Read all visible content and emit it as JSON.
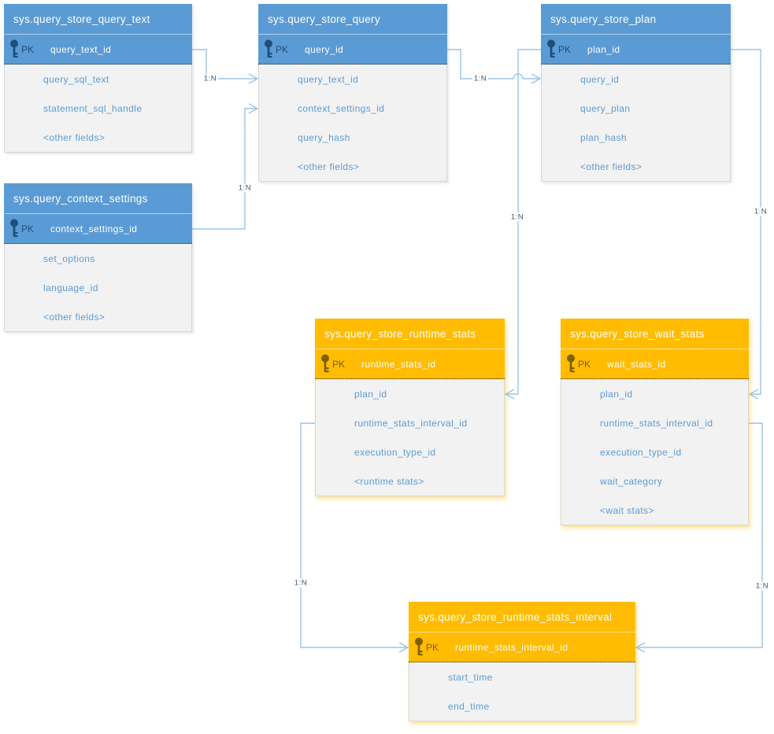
{
  "colors": {
    "blue_header": "#5B9BD5",
    "orange_header": "#FFBC00",
    "body_background": "#F2F2F2",
    "field_text": "#5B9BD5",
    "connector_line": "#9DC3E6",
    "pk_icon_blue": "#1F4E79",
    "pk_icon_orange": "#7F6000",
    "cardinality_text": "#44546A"
  },
  "entities": [
    {
      "title": "sys.query_store_query_text",
      "theme": "blue",
      "pk_label": "PK",
      "pk_field": "query_text_id",
      "fields": [
        "query_sql_text",
        "statement_sql_handle",
        "<other fields>"
      ]
    },
    {
      "title": "sys.query_store_query",
      "theme": "blue",
      "pk_label": "PK",
      "pk_field": "query_id",
      "fields": [
        "query_text_id",
        "context_settings_id",
        "query_hash",
        "<other fields>"
      ]
    },
    {
      "title": "sys.query_store_plan",
      "theme": "blue",
      "pk_label": "PK",
      "pk_field": "plan_id",
      "fields": [
        "query_id",
        "query_plan",
        "plan_hash",
        "<other fields>"
      ]
    },
    {
      "title": "sys.query_context_settings",
      "theme": "blue",
      "pk_label": "PK",
      "pk_field": "context_settings_id",
      "fields": [
        "set_options",
        "language_id",
        "<other fields>"
      ]
    },
    {
      "title": "sys.query_store_runtime_stats",
      "theme": "orange",
      "pk_label": "PK",
      "pk_field": "runtime_stats_id",
      "fields": [
        "plan_id",
        "runtime_stats_interval_id",
        "execution_type_id",
        "<runtime stats>"
      ]
    },
    {
      "title": "sys.query_store_wait_stats",
      "theme": "orange",
      "pk_label": "PK",
      "pk_field": "wait_stats_id",
      "fields": [
        "plan_id",
        "runtime_stats_interval_id",
        "execution_type_id",
        "wait_category",
        "<wait stats>"
      ]
    },
    {
      "title": "sys.query_store_runtime_stats_interval",
      "theme": "orange",
      "pk_label": "PK",
      "pk_field": "runtime_stats_interval_id",
      "fields": [
        "start_time",
        "end_time"
      ]
    }
  ],
  "connectors": [
    {
      "label": "1:N",
      "from": "sys.query_store_query_text",
      "to": "sys.query_store_query"
    },
    {
      "label": "1:N",
      "from": "sys.query_context_settings",
      "to": "sys.query_store_query"
    },
    {
      "label": "1:N",
      "from": "sys.query_store_query",
      "to": "sys.query_store_plan"
    },
    {
      "label": "1:N",
      "from": "sys.query_store_plan",
      "to": "sys.query_store_runtime_stats"
    },
    {
      "label": "1:N",
      "from": "sys.query_store_plan",
      "to": "sys.query_store_wait_stats"
    },
    {
      "label": "1:N",
      "from": "sys.query_store_runtime_stats",
      "to": "sys.query_store_runtime_stats_interval"
    },
    {
      "label": "1:N",
      "from": "sys.query_store_wait_stats",
      "to": "sys.query_store_runtime_stats_interval"
    }
  ]
}
